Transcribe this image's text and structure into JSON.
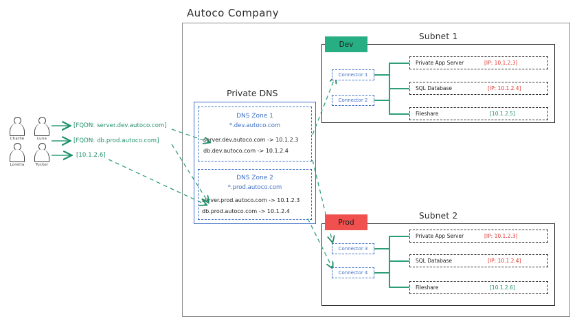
{
  "title": "Autoco Company",
  "users": [
    {
      "name": "Charlie"
    },
    {
      "name": "Luna"
    },
    {
      "name": "Loretta"
    },
    {
      "name": "Tucker"
    }
  ],
  "requests": [
    {
      "label": "[FQDN: server.dev.autoco.com]"
    },
    {
      "label": "[FQDN: db.prod.autoco.com]"
    },
    {
      "label": "[10.1.2.6]"
    }
  ],
  "dns": {
    "title": "Private DNS",
    "zones": [
      {
        "title": "DNS Zone 1",
        "wildcard": "*.dev.autoco.com",
        "records": [
          "server.dev.autoco.com -> 10.1.2.3",
          "db.dev.autoco.com -> 10.1.2.4"
        ]
      },
      {
        "title": "DNS Zone 2",
        "wildcard": "*.prod.autoco.com",
        "records": [
          "server.prod.autoco.com -> 10.1.2.3",
          "db.prod.autoco.com -> 10.1.2.4"
        ]
      }
    ]
  },
  "subnets": [
    {
      "title": "Subnet 1",
      "env": "Dev",
      "env_color": "#27ae83",
      "connectors": [
        "Connector 1",
        "Connector 2"
      ],
      "resources": [
        {
          "name": "Private App Server",
          "ip": "[IP: 10.1.2.3]",
          "ip_color": "red"
        },
        {
          "name": "SQL Database",
          "ip": "[IP: 10.1.2.4]",
          "ip_color": "red"
        },
        {
          "name": "Fileshare",
          "ip": "[10.1.2.5]",
          "ip_color": "green"
        }
      ]
    },
    {
      "title": "Subnet 2",
      "env": "Prod",
      "env_color": "#f0514f",
      "connectors": [
        "Connector 3",
        "Connector 4"
      ],
      "resources": [
        {
          "name": "Private App Server",
          "ip": "[IP: 10.1.2.3]",
          "ip_color": "red"
        },
        {
          "name": "SQL Database",
          "ip": "[IP: 10.1.2.4]",
          "ip_color": "red"
        },
        {
          "name": "Fileshare",
          "ip": "[10.1.2.6]",
          "ip_color": "green"
        }
      ]
    }
  ],
  "colors": {
    "green": "#1f8f68",
    "blue": "#3b6ec4",
    "red": "#e0352f",
    "dark": "#2b2b2b"
  }
}
